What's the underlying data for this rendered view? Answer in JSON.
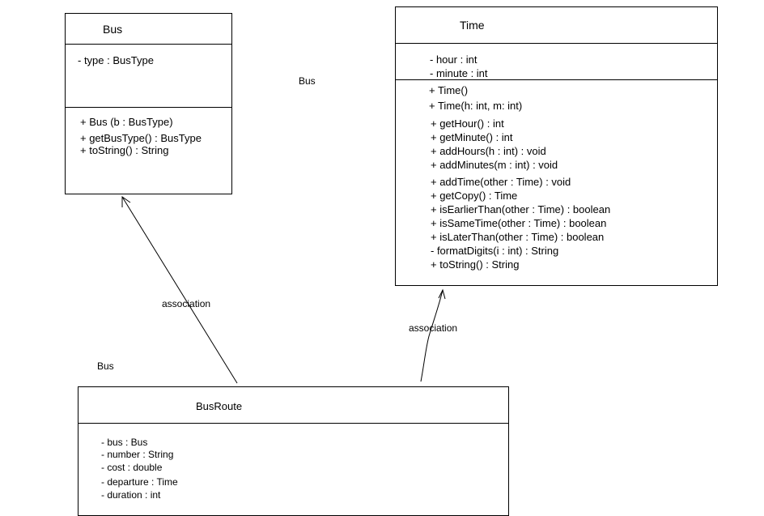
{
  "classes": {
    "bus": {
      "name": "Bus",
      "attributes": [
        "- type : BusType"
      ],
      "methods": [
        "+  Bus (b : BusType)",
        "+ getBusType() : BusType",
        "+ toString() : String"
      ]
    },
    "time": {
      "name": "Time",
      "attributes": [
        "- hour : int",
        "- minute : int"
      ],
      "methods": [
        "+ Time()",
        "+ Time(h: int, m: int)",
        "+ getHour() : int",
        "+ getMinute() : int",
        "+ addHours(h : int) : void",
        "+ addMinutes(m : int) : void",
        "+ addTime(other : Time) : void",
        "+ getCopy() : Time",
        "+ isEarlierThan(other : Time) : boolean",
        "+ isSameTime(other : Time) : boolean",
        "+ isLaterThan(other : Time) : boolean",
        "- formatDigits(i : int) : String",
        "+ toString() : String"
      ]
    },
    "busroute": {
      "name": "BusRoute",
      "attributes": [
        "- bus : Bus",
        "- number : String",
        "- cost : double",
        "- departure : Time",
        "- duration : int"
      ]
    }
  },
  "labels": {
    "assoc1": "association",
    "assoc2": "association",
    "floating_bus_1": "Bus",
    "floating_bus_2": "Bus"
  }
}
